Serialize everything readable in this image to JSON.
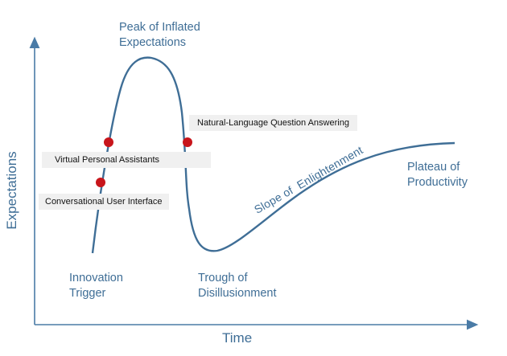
{
  "axes": {
    "y_label": "Expectations",
    "x_label": "Time"
  },
  "phases": [
    {
      "id": "trigger",
      "lines": [
        "Innovation",
        "Trigger"
      ]
    },
    {
      "id": "peak",
      "lines": [
        "Peak of Inflated",
        "Expectations"
      ]
    },
    {
      "id": "trough",
      "lines": [
        "Trough of",
        "Disillusionment"
      ]
    },
    {
      "id": "slope",
      "lines": [
        "Slope of  Enlightenment"
      ]
    },
    {
      "id": "plateau",
      "lines": [
        "Plateau of",
        "Productivity"
      ]
    }
  ],
  "technologies": [
    {
      "label": "Natural-Language Question Answering",
      "phase": "peak-descent"
    },
    {
      "label": "Virtual Personal Assistants",
      "phase": "peak-ascent"
    },
    {
      "label": "Conversational User Interface",
      "phase": "trigger"
    }
  ],
  "colors": {
    "curve": "#3f6e96",
    "axis": "#4a7ba6",
    "marker": "#c8151b",
    "label_box": "#f0f0f0"
  }
}
